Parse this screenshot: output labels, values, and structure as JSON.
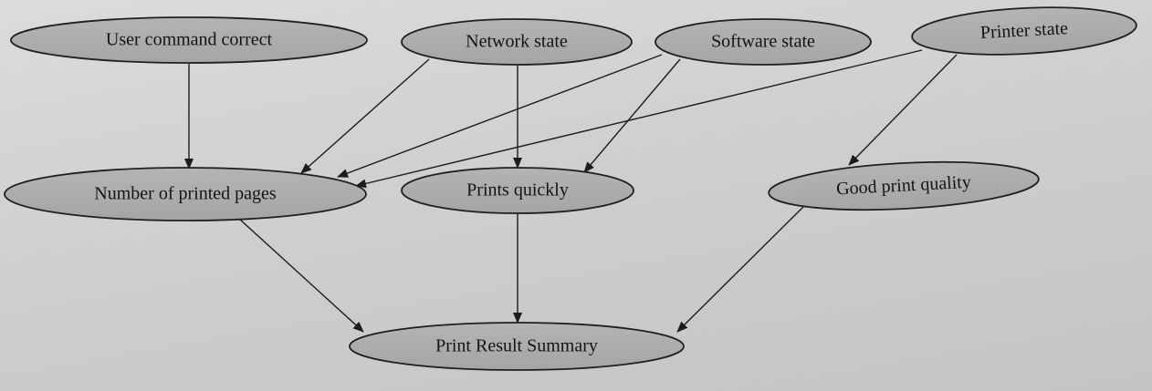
{
  "diagram": {
    "nodes": [
      {
        "id": "user_command",
        "label": "User command correct"
      },
      {
        "id": "network",
        "label": "Network state"
      },
      {
        "id": "software",
        "label": "Software state"
      },
      {
        "id": "printer",
        "label": "Printer state"
      },
      {
        "id": "pages",
        "label": "Number of printed pages"
      },
      {
        "id": "quick",
        "label": "Prints quickly"
      },
      {
        "id": "quality",
        "label": "Good print quality"
      },
      {
        "id": "summary",
        "label": "Print Result Summary"
      }
    ],
    "edges": [
      {
        "from": "user_command",
        "to": "pages"
      },
      {
        "from": "network",
        "to": "pages"
      },
      {
        "from": "network",
        "to": "quick"
      },
      {
        "from": "software",
        "to": "pages"
      },
      {
        "from": "software",
        "to": "quick"
      },
      {
        "from": "printer",
        "to": "pages"
      },
      {
        "from": "printer",
        "to": "quality"
      },
      {
        "from": "pages",
        "to": "summary"
      },
      {
        "from": "quick",
        "to": "summary"
      },
      {
        "from": "quality",
        "to": "summary"
      }
    ]
  }
}
